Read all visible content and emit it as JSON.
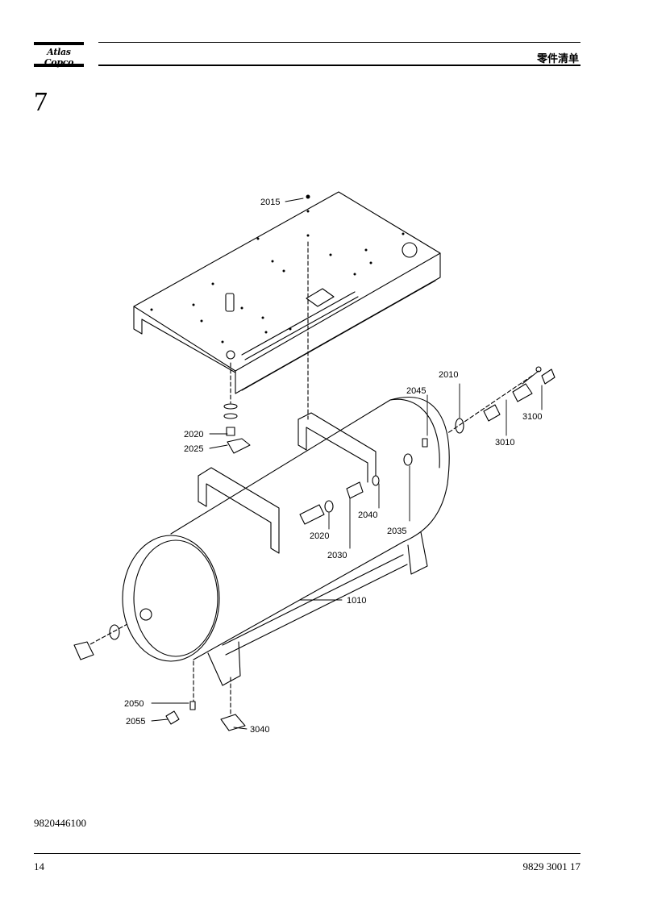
{
  "header": {
    "brand": "Atlas Copco",
    "title": "零件清单"
  },
  "section_number": "7",
  "drawing": {
    "part_labels": {
      "p2015": "2015",
      "p2020a": "2020",
      "p2025": "2025",
      "p2045": "2045",
      "p2010": "2010",
      "p3100": "3100",
      "p3010": "3010",
      "p2040": "2040",
      "p2035": "2035",
      "p2020b": "2020",
      "p2030": "2030",
      "p1010": "1010",
      "p2050": "2050",
      "p2055": "2055",
      "p3040": "3040"
    }
  },
  "reference_number": "9820446100",
  "footer": {
    "page_number": "14",
    "document_number": "9829 3001 17"
  }
}
